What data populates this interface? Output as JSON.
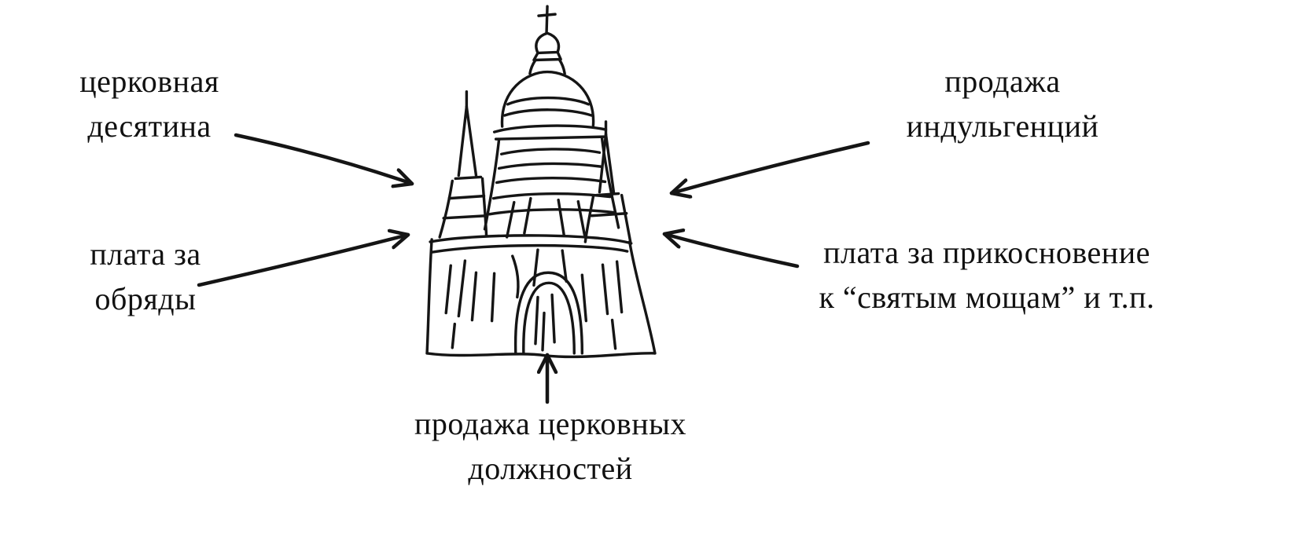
{
  "diagram": {
    "background_color": "#ffffff",
    "ink_color": "#151515",
    "center_illustration": "hand-drawn-cathedral-church",
    "labels": {
      "tithe": {
        "line1": "церковная",
        "line2": "десятина"
      },
      "indulgences": {
        "line1": "продажа",
        "line2": "индульгенций"
      },
      "rites": {
        "line1": "плата за",
        "line2": "обряды"
      },
      "relics": {
        "line1": "плата за прикосновение",
        "line2": "к “святым мощам” и т.п."
      },
      "positions": {
        "line1": "продажа церковных",
        "line2": "должностей"
      }
    }
  }
}
